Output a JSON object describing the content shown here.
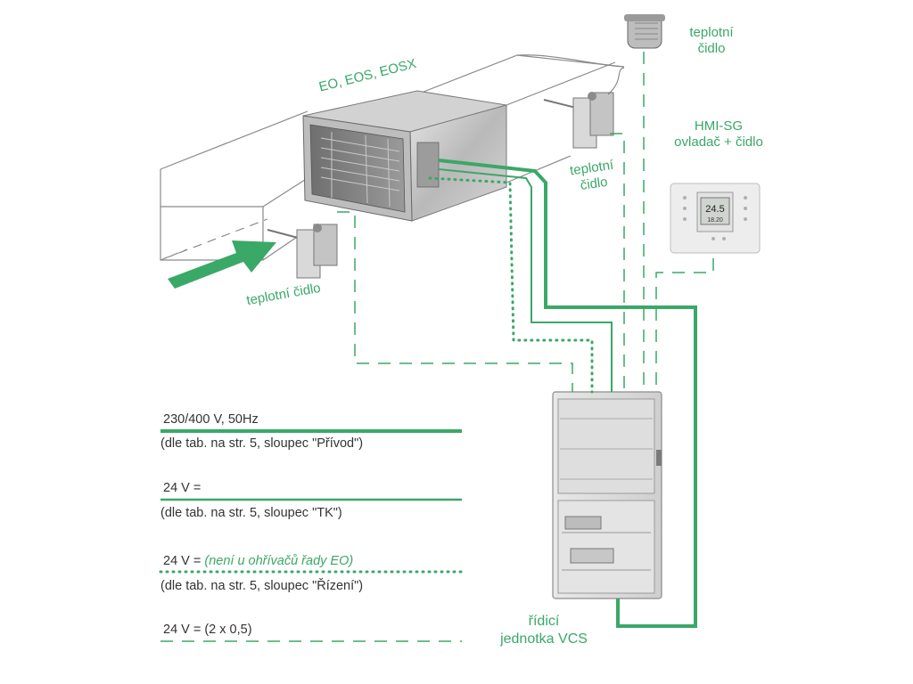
{
  "colors": {
    "accent": "#3aa867",
    "duct_outline": "#8a8a8a",
    "text_dark": "#333333"
  },
  "labels": {
    "heater": "EO, EOS, EOSX",
    "sensor_outdoor": [
      "teplotní",
      "čidlo"
    ],
    "hmi": [
      "HMI-SG",
      "ovladač + čidlo"
    ],
    "sensor_duct_out": [
      "teplotní",
      "čidlo"
    ],
    "sensor_duct_in": "teplotní čidlo",
    "control_unit": [
      "řídicí",
      "jednotka VCS"
    ]
  },
  "thermostat_display": {
    "main": "24.5",
    "sub": "18.20"
  },
  "legend": [
    {
      "label": "230/400 V, 50Hz",
      "note": "",
      "desc": "(dle tab. na str. 5, sloupec \"Přívod\")",
      "style": "solid"
    },
    {
      "label": "24 V =",
      "note": "",
      "desc": "(dle tab. na str. 5, sloupec  \"TK\")",
      "style": "solid-thin"
    },
    {
      "label": "24 V = ",
      "note": "(není u ohřívačů řady EO)",
      "desc": "(dle tab. na str. 5, sloupec  \"Řízení\")",
      "style": "dotted"
    },
    {
      "label": "24 V =  (2 x 0,5)",
      "note": "",
      "desc": "",
      "style": "dashed"
    }
  ]
}
